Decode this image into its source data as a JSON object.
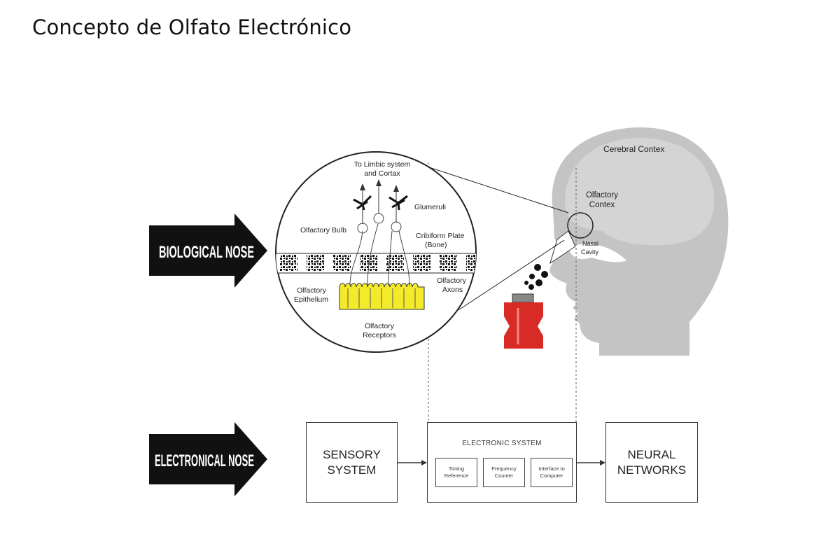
{
  "title": "Concepto de Olfato Electrónico",
  "arrows": {
    "biological": "BIOLOGICAL NOSE",
    "electronical": "ELECTRONICAL NOSE"
  },
  "inset_labels": {
    "limbic_line1": "To Limbic system",
    "limbic_line2": "and Cortax",
    "glumeruli": "Glumeruli",
    "olfactory_bulb": "Olfactory Bulb",
    "cribiform_line1": "Cribiform Plate",
    "cribiform_line2": "(Bone)",
    "epithelium_line1": "Olfactory",
    "epithelium_line2": "Epithelium",
    "axons_line1": "Olfactory",
    "axons_line2": "Axons",
    "receptors_line1": "Olfactory",
    "receptors_line2": "Receptors"
  },
  "head_labels": {
    "cerebral": "Cerebral Contex",
    "olf_contex_line1": "Olfactory",
    "olf_contex_line2": "Contex",
    "nasal_line1": "Nasal",
    "nasal_line2": "Cavity"
  },
  "blocks": {
    "sensory": "SENSORY\nSYSTEM",
    "electronic_title": "ELECTRONIC SYSTEM",
    "timing": "Timing\nReference",
    "frequency": "Frequency\nCounter",
    "interface": "Interface to\nComputer",
    "neural": "NEURAL\nNETWORKS"
  },
  "colors": {
    "head": "#c4c4c4",
    "brain": "#d4d4d4",
    "epithelium": "#f2ea2a",
    "bottle": "#d92b25",
    "arrow": "#111111"
  }
}
